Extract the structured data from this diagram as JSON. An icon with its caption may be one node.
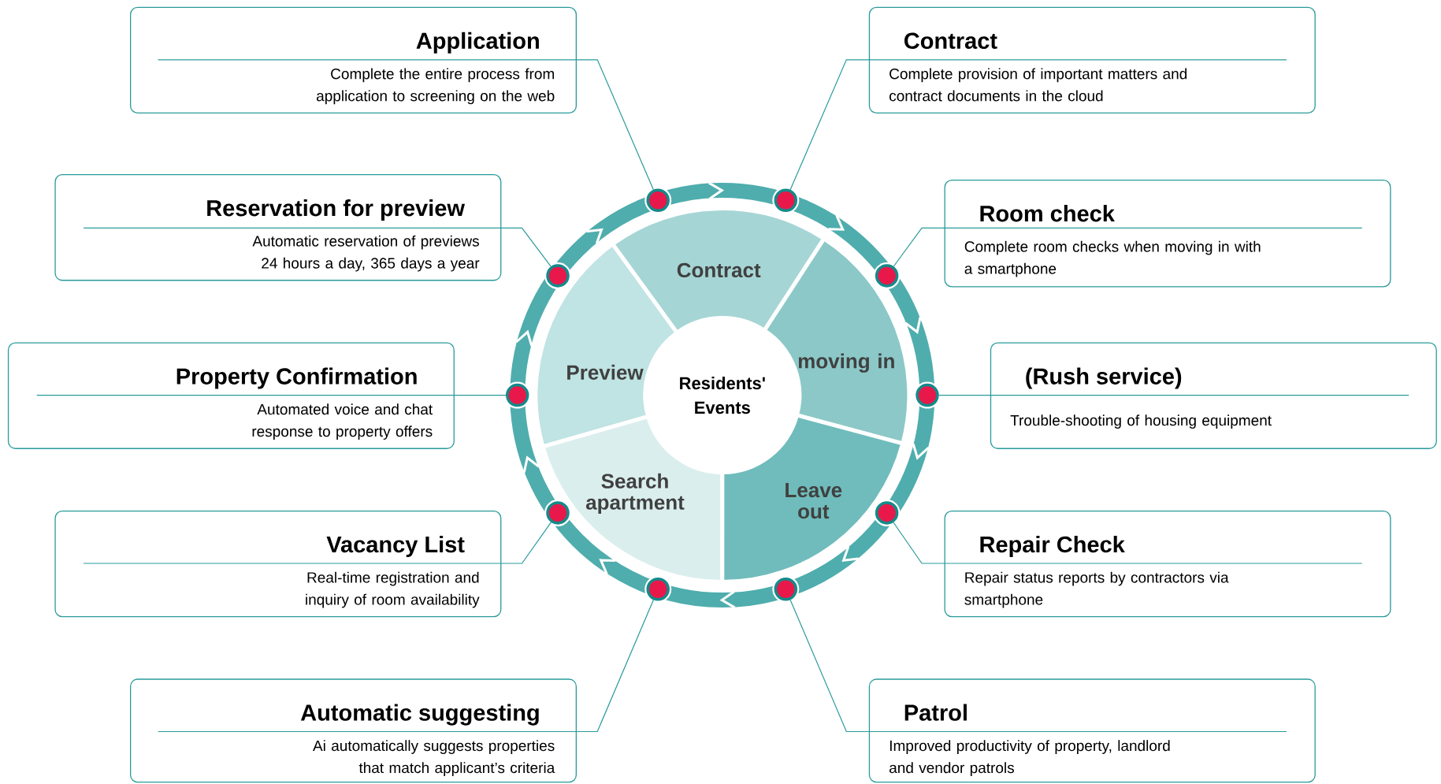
{
  "diagram": {
    "nodes": [
      {
        "text": [
          "Application",
          "Complete the entire process from application to screening on the web"
        ]
      },
      {
        "text": [
          "Contract",
          "Complete provision of important matters and contract documents in the cloud"
        ]
      },
      {
        "text": [
          "Reservation for preview",
          "Automatic reservation of previews 24 hours a day, 365 days a year"
        ]
      },
      {
        "text": [
          "Room check",
          "Complete room checks when moving in with a smartphone"
        ]
      },
      {
        "text": [
          "Property Confirmation",
          "Automated voice and chat response to property offers"
        ]
      },
      {
        "text": [
          "(Rush service)",
          "Trouble-shooting of housing equipment"
        ]
      },
      {
        "text": [
          "Vacancy List",
          "Real-time registration and inquiry of room availability"
        ]
      },
      {
        "text": [
          "Repair Check",
          "Repair status reports by contractors via smartphone"
        ]
      },
      {
        "text": [
          "Automatic suggesting",
          "Ai automatically suggests properties that match applicant’s criteria"
        ]
      },
      {
        "text": [
          "Patrol",
          "Improved productivity of property, landlord and vendor patrols"
        ]
      },
      {
        "text": [
          "Contract"
        ]
      },
      {
        "text": [
          "Preview"
        ]
      },
      {
        "text": [
          "moving in"
        ]
      },
      {
        "text": [
          "Residents' Events"
        ]
      },
      {
        "text": [
          "Search apartment"
        ]
      },
      {
        "text": [
          "Leave out"
        ]
      },
      {
        "text": [],
        "shape": "circle"
      },
      {
        "text": [],
        "shape": "circle"
      },
      {
        "text": [],
        "shape": "circle"
      },
      {
        "text": [],
        "shape": "circle"
      },
      {
        "text": [],
        "shape": "circle"
      },
      {
        "text": [],
        "shape": "circle"
      },
      {
        "text": [],
        "shape": "circle"
      },
      {
        "text": [],
        "shape": "circle"
      },
      {
        "text": [],
        "shape": "circle"
      },
      {
        "text": [],
        "shape": "circle"
      }
    ],
    "edges": [
      {
        "from": 0,
        "to": 16,
        "arrow": "none"
      },
      {
        "from": 1,
        "to": 17,
        "arrow": "none"
      },
      {
        "from": 2,
        "to": 18,
        "arrow": "none"
      },
      {
        "from": 3,
        "to": 19,
        "arrow": "none"
      },
      {
        "from": 4,
        "to": 20,
        "arrow": "none"
      },
      {
        "from": 5,
        "to": 21,
        "arrow": "none"
      },
      {
        "from": 6,
        "to": 22,
        "arrow": "none"
      },
      {
        "from": 7,
        "to": 23,
        "arrow": "none"
      },
      {
        "from": 8,
        "to": 24,
        "arrow": "none"
      },
      {
        "from": 9,
        "to": 25,
        "arrow": "none"
      }
    ]
  }
}
